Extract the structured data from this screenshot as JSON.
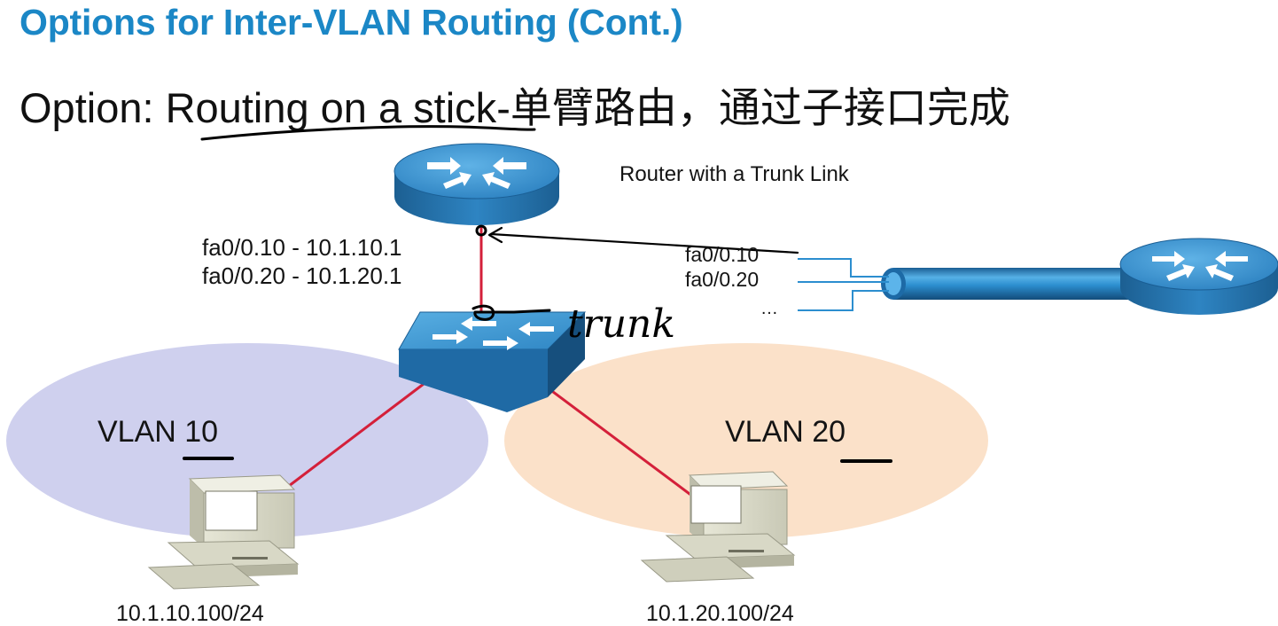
{
  "title": "Options for Inter-VLAN Routing (Cont.)",
  "option_prefix": "Option: ",
  "option_highlight": "Routing on a stick",
  "option_suffix": "-单臂路由，通过子接口完成",
  "router_caption": "Router with a Trunk Link",
  "subinterface_1": "fa0/0.10 - 10.1.10.1",
  "subinterface_2": "fa0/0.20 - 10.1.20.1",
  "trunk_sub_1": "fa0/0.10",
  "trunk_sub_2": "fa0/0.20",
  "trunk_sub_more": "…",
  "annotation_trunk": "trunk",
  "vlan10_label": "VLAN 10",
  "vlan20_label": "VLAN 20",
  "pc1_ip": "10.1.10.100/24",
  "pc2_ip": "10.1.20.100/24",
  "colors": {
    "title": "#1b87c6",
    "device_blue": "#2f86c4",
    "vlan10_fill": "#cfd0ee",
    "vlan20_fill": "#fbe1c9",
    "link_red": "#d4203a",
    "trunk_tube": "#2c8ecf"
  },
  "icons": [
    "router-icon",
    "switch-icon",
    "pc-icon",
    "router-icon-small"
  ]
}
